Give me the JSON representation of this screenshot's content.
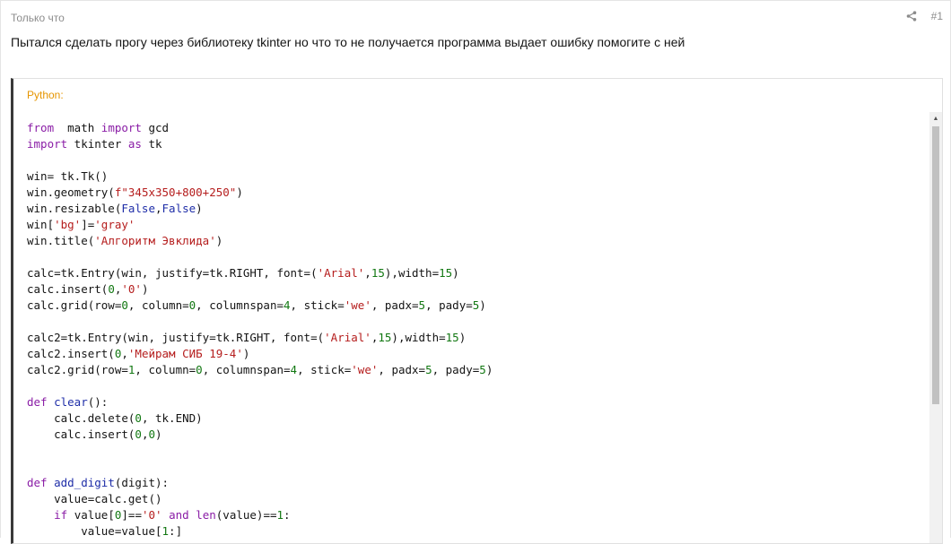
{
  "post": {
    "time": "Только что",
    "number": "#1",
    "message": "Пытался сделать прогу через библиотеку tkinter но что то не получается программа выдает ошибку помогите с ней",
    "icons": {
      "share": "share-icon"
    }
  },
  "code": {
    "language_label": "Python:",
    "colors": {
      "keyword": "#8a1da6",
      "function": "#1f2ea8",
      "string": "#b51d1d",
      "number": "#117711",
      "language_label": "#e69500"
    },
    "lines": [
      [
        [
          "kw",
          "from"
        ],
        [
          "",
          "  math "
        ],
        [
          "kw",
          "import"
        ],
        [
          "",
          " gcd"
        ]
      ],
      [
        [
          "kw",
          "import"
        ],
        [
          "",
          " tkinter "
        ],
        [
          "kw",
          "as"
        ],
        [
          "",
          " tk"
        ]
      ],
      [],
      [
        [
          "",
          "win= tk.Tk()"
        ]
      ],
      [
        [
          "",
          "win.geometry("
        ],
        [
          "str",
          "f\"345x350+800+250\""
        ],
        [
          "",
          ")"
        ]
      ],
      [
        [
          "",
          "win.resizable("
        ],
        [
          "fn",
          "False"
        ],
        [
          "",
          ","
        ],
        [
          "fn",
          "False"
        ],
        [
          "",
          ")"
        ]
      ],
      [
        [
          "",
          "win["
        ],
        [
          "str",
          "'bg'"
        ],
        [
          "",
          "]="
        ],
        [
          "str",
          "'gray'"
        ]
      ],
      [
        [
          "",
          "win.title("
        ],
        [
          "str",
          "'Алгоритм Эвклида'"
        ],
        [
          "",
          ")"
        ]
      ],
      [],
      [
        [
          "",
          "calc=tk.Entry(win, justify=tk.RIGHT, font=("
        ],
        [
          "str",
          "'Arial'"
        ],
        [
          "",
          ","
        ],
        [
          "num",
          "15"
        ],
        [
          "",
          "),width="
        ],
        [
          "num",
          "15"
        ],
        [
          "",
          ")"
        ]
      ],
      [
        [
          "",
          "calc.insert("
        ],
        [
          "num",
          "0"
        ],
        [
          "",
          ","
        ],
        [
          "str",
          "'0'"
        ],
        [
          "",
          ")"
        ]
      ],
      [
        [
          "",
          "calc.grid(row="
        ],
        [
          "num",
          "0"
        ],
        [
          "",
          ", column="
        ],
        [
          "num",
          "0"
        ],
        [
          "",
          ", columnspan="
        ],
        [
          "num",
          "4"
        ],
        [
          "",
          ", stick="
        ],
        [
          "str",
          "'we'"
        ],
        [
          "",
          ", padx="
        ],
        [
          "num",
          "5"
        ],
        [
          "",
          ", pady="
        ],
        [
          "num",
          "5"
        ],
        [
          "",
          ")"
        ]
      ],
      [],
      [
        [
          "",
          "calc2=tk.Entry(win, justify=tk.RIGHT, font=("
        ],
        [
          "str",
          "'Arial'"
        ],
        [
          "",
          ","
        ],
        [
          "num",
          "15"
        ],
        [
          "",
          "),width="
        ],
        [
          "num",
          "15"
        ],
        [
          "",
          ")"
        ]
      ],
      [
        [
          "",
          "calc2.insert("
        ],
        [
          "num",
          "0"
        ],
        [
          "",
          ","
        ],
        [
          "str",
          "'Мейрам СИБ 19-4'"
        ],
        [
          "",
          ")"
        ]
      ],
      [
        [
          "",
          "calc2.grid(row="
        ],
        [
          "num",
          "1"
        ],
        [
          "",
          ", column="
        ],
        [
          "num",
          "0"
        ],
        [
          "",
          ", columnspan="
        ],
        [
          "num",
          "4"
        ],
        [
          "",
          ", stick="
        ],
        [
          "str",
          "'we'"
        ],
        [
          "",
          ", padx="
        ],
        [
          "num",
          "5"
        ],
        [
          "",
          ", pady="
        ],
        [
          "num",
          "5"
        ],
        [
          "",
          ")"
        ]
      ],
      [],
      [
        [
          "kw",
          "def"
        ],
        [
          "",
          " "
        ],
        [
          "fn",
          "clear"
        ],
        [
          "",
          "():"
        ]
      ],
      [
        [
          "",
          "    calc.delete("
        ],
        [
          "num",
          "0"
        ],
        [
          "",
          ", tk.END)"
        ]
      ],
      [
        [
          "",
          "    calc.insert("
        ],
        [
          "num",
          "0"
        ],
        [
          "",
          ","
        ],
        [
          "num",
          "0"
        ],
        [
          "",
          ")"
        ]
      ],
      [],
      [],
      [
        [
          "kw",
          "def"
        ],
        [
          "",
          " "
        ],
        [
          "fn",
          "add_digit"
        ],
        [
          "",
          "(digit):"
        ]
      ],
      [
        [
          "",
          "    value=calc.get()"
        ]
      ],
      [
        [
          "",
          "    "
        ],
        [
          "kw",
          "if"
        ],
        [
          "",
          " value["
        ],
        [
          "num",
          "0"
        ],
        [
          "",
          "]=="
        ],
        [
          "str",
          "'0'"
        ],
        [
          "",
          " "
        ],
        [
          "kw",
          "and"
        ],
        [
          "",
          " "
        ],
        [
          "kw",
          "len"
        ],
        [
          "",
          "(value)=="
        ],
        [
          "num",
          "1"
        ],
        [
          "",
          ":"
        ]
      ],
      [
        [
          "",
          "        value=value["
        ],
        [
          "num",
          "1"
        ],
        [
          "",
          ":]"
        ]
      ]
    ]
  }
}
